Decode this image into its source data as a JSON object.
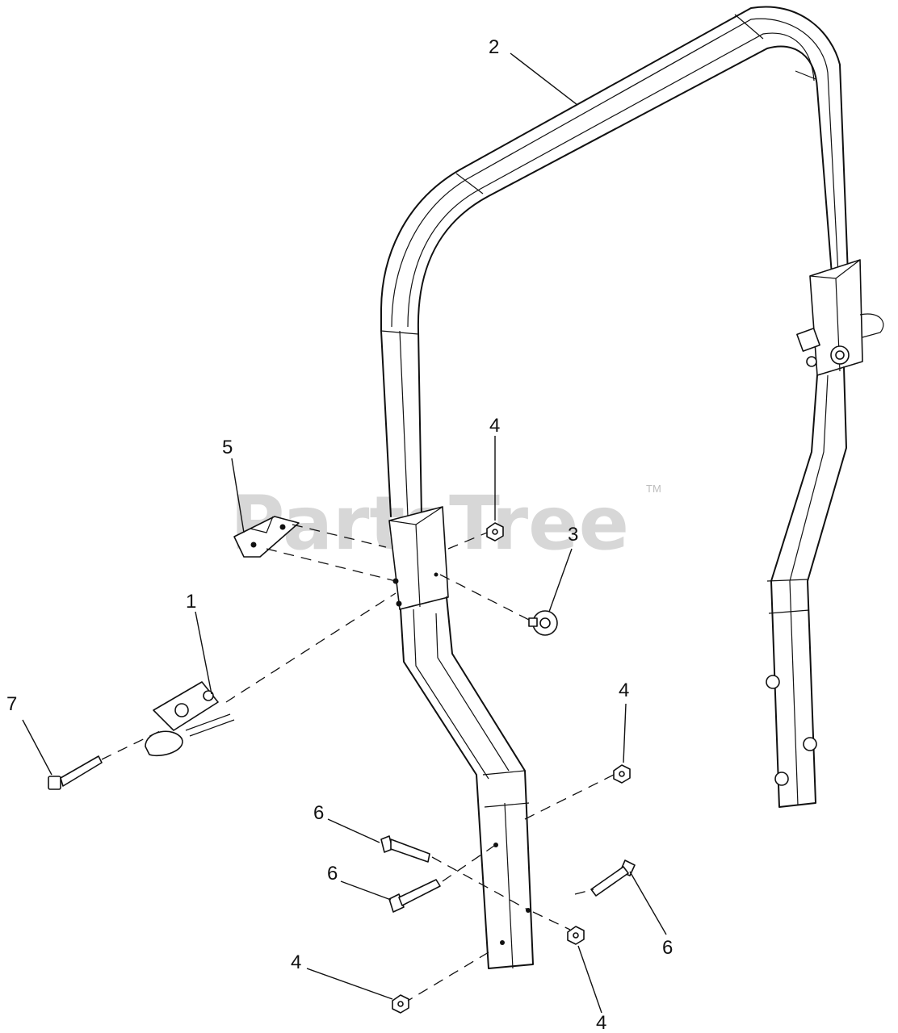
{
  "watermark": {
    "brand": "PartsTree",
    "trademark": "TM"
  },
  "parts": [
    {
      "id": "part-1",
      "label": "1"
    },
    {
      "id": "part-2",
      "label": "2"
    },
    {
      "id": "part-3",
      "label": "3"
    },
    {
      "id": "part-4",
      "label": "4"
    },
    {
      "id": "part-5",
      "label": "5"
    },
    {
      "id": "part-6",
      "label": "6"
    },
    {
      "id": "part-7",
      "label": "7"
    }
  ],
  "colors": {
    "line": "#111111",
    "watermark": "#d0d0d0",
    "background": "#ffffff"
  }
}
